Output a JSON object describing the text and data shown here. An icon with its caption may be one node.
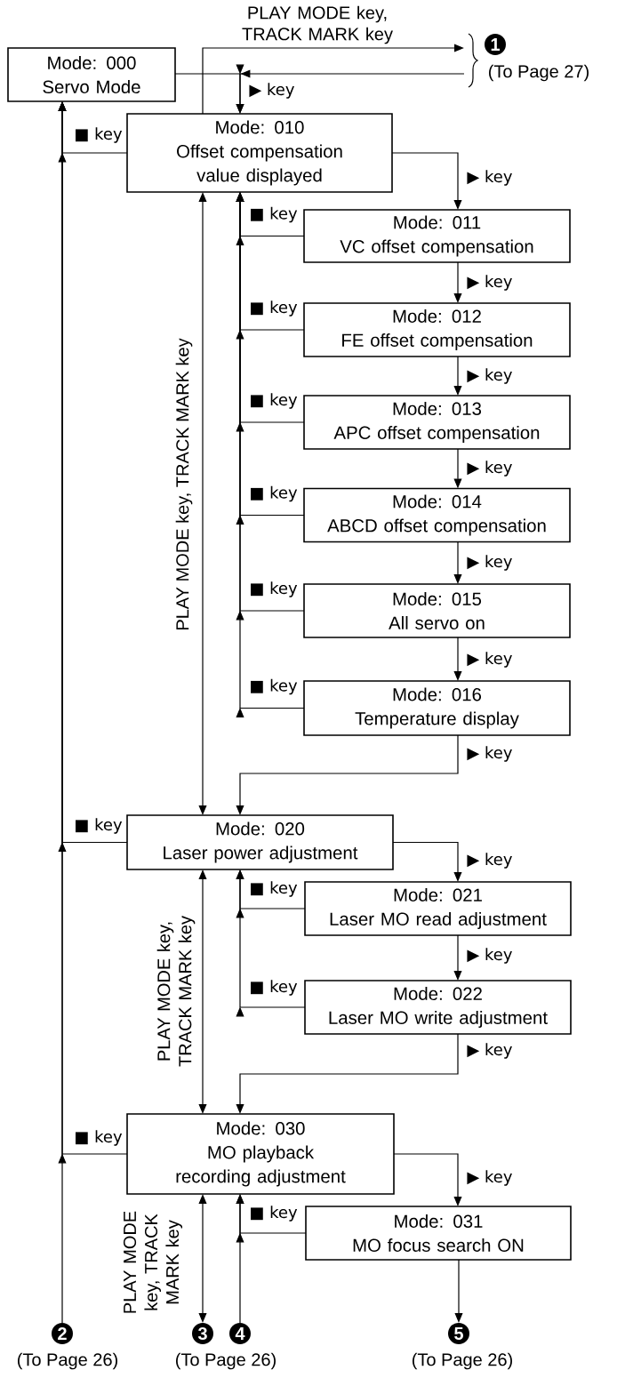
{
  "diagram": {
    "nodes": [
      {
        "text": [
          "Mode: 000",
          "Servo Mode"
        ]
      },
      {
        "text": [
          "Mode: 010",
          "Offset compensation value displayed"
        ]
      },
      {
        "text": [
          "Mode: 011",
          "VC offset compensation"
        ]
      },
      {
        "text": [
          "Mode: 012",
          "FE offset compensation"
        ]
      },
      {
        "text": [
          "Mode: 013",
          "APC offset compensation"
        ]
      },
      {
        "text": [
          "Mode: 014",
          "ABCD offset compensation"
        ]
      },
      {
        "text": [
          "Mode: 015",
          "All servo on"
        ]
      },
      {
        "text": [
          "Mode: 016",
          "Temperature display"
        ]
      },
      {
        "text": [
          "Mode: 020",
          "Laser power adjustment"
        ]
      },
      {
        "text": [
          "Mode: 021",
          "Laser MO read adjustment"
        ]
      },
      {
        "text": [
          "Mode: 022",
          "Laser MO write adjustment"
        ]
      },
      {
        "text": [
          "Mode: 030",
          "MO playback recording adjustment"
        ]
      },
      {
        "text": [
          "Mode: 031",
          "MO focus search ON"
        ]
      },
      {
        "text": [
          "1"
        ],
        "beside": [
          "(To Page 27)"
        ]
      },
      {
        "text": [
          "2"
        ],
        "beside": [
          "(To Page 26)"
        ]
      },
      {
        "text": [
          "3"
        ],
        "beside": [
          "(To Page 26)"
        ]
      },
      {
        "text": [
          "4"
        ]
      },
      {
        "text": [
          "5"
        ],
        "beside": [
          "(To Page 26)"
        ]
      }
    ],
    "edges": [
      {
        "from": 0,
        "to": 1,
        "arrow": "to",
        "label": "▶ key"
      },
      {
        "from": 13,
        "to": 1,
        "arrow": "to"
      },
      {
        "from": 1,
        "to": 13,
        "arrow": "to",
        "label": "PLAY MODE key, TRACK MARK key"
      },
      {
        "from": 1,
        "to": 0,
        "arrow": "to",
        "label": "■ key"
      },
      {
        "from": 8,
        "to": 0,
        "arrow": "to",
        "label": "■ key"
      },
      {
        "from": 11,
        "to": 0,
        "arrow": "to",
        "label": "■ key"
      },
      {
        "from": 14,
        "to": 0,
        "arrow": "to"
      },
      {
        "from": 1,
        "to": 2,
        "arrow": "to",
        "label": "▶ key"
      },
      {
        "from": 2,
        "to": 3,
        "arrow": "to",
        "label": "▶ key"
      },
      {
        "from": 3,
        "to": 4,
        "arrow": "to",
        "label": "▶ key"
      },
      {
        "from": 4,
        "to": 5,
        "arrow": "to",
        "label": "▶ key"
      },
      {
        "from": 5,
        "to": 6,
        "arrow": "to",
        "label": "▶ key"
      },
      {
        "from": 6,
        "to": 7,
        "arrow": "to",
        "label": "▶ key"
      },
      {
        "from": 2,
        "to": 1,
        "arrow": "to",
        "label": "■ key"
      },
      {
        "from": 3,
        "to": 1,
        "arrow": "to",
        "label": "■ key"
      },
      {
        "from": 4,
        "to": 1,
        "arrow": "to",
        "label": "■ key"
      },
      {
        "from": 5,
        "to": 1,
        "arrow": "to",
        "label": "■ key"
      },
      {
        "from": 6,
        "to": 1,
        "arrow": "to",
        "label": "■ key"
      },
      {
        "from": 7,
        "to": 1,
        "arrow": "to",
        "label": "■ key"
      },
      {
        "from": 1,
        "to": 8,
        "arrow": "both",
        "label": "PLAY MODE key, TRACK MARK key"
      },
      {
        "from": 7,
        "to": 8,
        "arrow": "to",
        "label": "▶ key"
      },
      {
        "from": 8,
        "to": 9,
        "arrow": "to",
        "label": "▶ key"
      },
      {
        "from": 9,
        "to": 10,
        "arrow": "to",
        "label": "▶ key"
      },
      {
        "from": 10,
        "to": 11,
        "arrow": "to",
        "label": "▶ key"
      },
      {
        "from": 9,
        "to": 8,
        "arrow": "to",
        "label": "■ key"
      },
      {
        "from": 10,
        "to": 8,
        "arrow": "to",
        "label": "■ key"
      },
      {
        "from": 8,
        "to": 11,
        "arrow": "both",
        "label": "PLAY MODE key, TRACK MARK key"
      },
      {
        "from": 11,
        "to": 12,
        "arrow": "to",
        "label": "▶ key"
      },
      {
        "from": 12,
        "to": 11,
        "arrow": "to",
        "label": "■ key"
      },
      {
        "from": 16,
        "to": 11,
        "arrow": "to"
      },
      {
        "from": 11,
        "to": 15,
        "arrow": "both",
        "label": "PLAY MODE key, TRACK MARK key"
      },
      {
        "from": 12,
        "to": 17,
        "arrow": "to"
      }
    ]
  }
}
